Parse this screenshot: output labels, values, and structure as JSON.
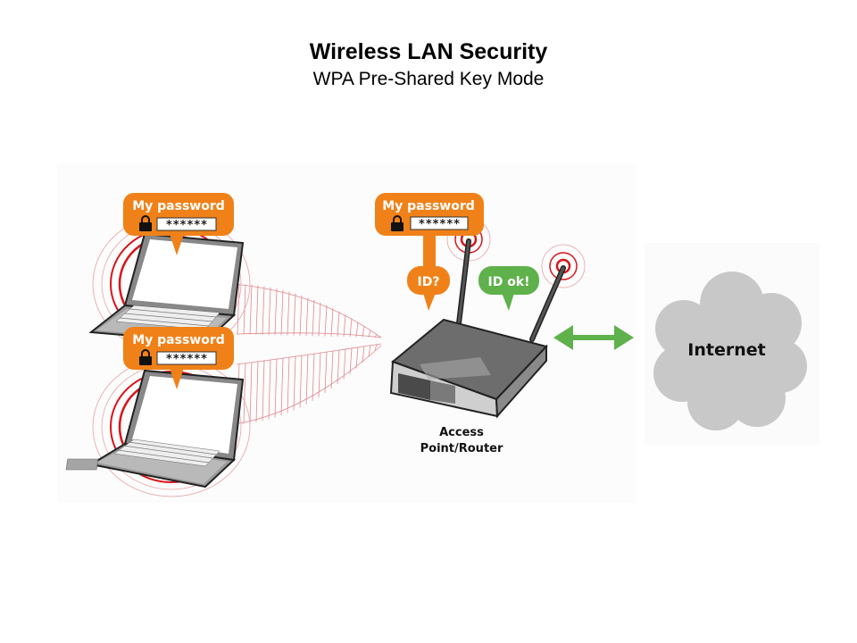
{
  "header": {
    "title": "Wireless LAN Security",
    "subtitle": "WPA Pre-Shared Key Mode"
  },
  "diagram": {
    "colors": {
      "orange": "#f08119",
      "green": "#5fb14c",
      "signal_red": "#d9141c",
      "cloud_gray": "#c8c8c8"
    },
    "clients": [
      {
        "bubble_label": "My password",
        "password_mask": "******",
        "icon": "lock-icon"
      },
      {
        "bubble_label": "My password",
        "password_mask": "******",
        "icon": "lock-icon"
      }
    ],
    "router": {
      "bubble_label": "My password",
      "password_mask": "******",
      "query_bubble": "ID?",
      "ok_bubble": "ID ok!",
      "label_line1": "Access",
      "label_line2": "Point/Router"
    },
    "cloud": {
      "label": "Internet"
    }
  }
}
